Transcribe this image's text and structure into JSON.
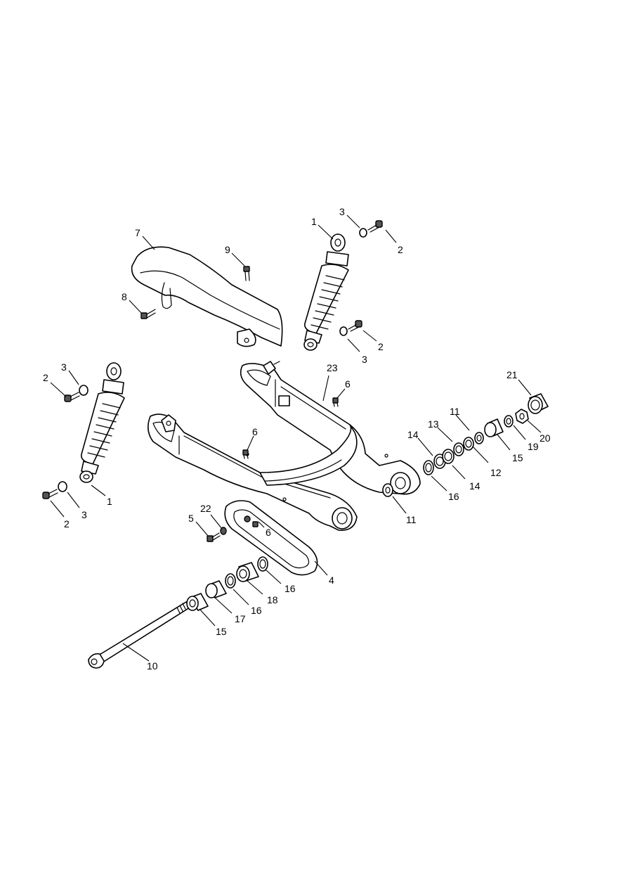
{
  "callouts": [
    {
      "id": "c1a",
      "label": "1"
    },
    {
      "id": "c1b",
      "label": "1"
    },
    {
      "id": "c2a",
      "label": "2"
    },
    {
      "id": "c2b",
      "label": "2"
    },
    {
      "id": "c2c",
      "label": "2"
    },
    {
      "id": "c2d",
      "label": "2"
    },
    {
      "id": "c3a",
      "label": "3"
    },
    {
      "id": "c3b",
      "label": "3"
    },
    {
      "id": "c3c",
      "label": "3"
    },
    {
      "id": "c3d",
      "label": "3"
    },
    {
      "id": "c4",
      "label": "4"
    },
    {
      "id": "c5",
      "label": "5"
    },
    {
      "id": "c6a",
      "label": "6"
    },
    {
      "id": "c6b",
      "label": "6"
    },
    {
      "id": "c6c",
      "label": "6"
    },
    {
      "id": "c7",
      "label": "7"
    },
    {
      "id": "c8",
      "label": "8"
    },
    {
      "id": "c9",
      "label": "9"
    },
    {
      "id": "c10",
      "label": "10"
    },
    {
      "id": "c11a",
      "label": "11"
    },
    {
      "id": "c11b",
      "label": "11"
    },
    {
      "id": "c12",
      "label": "12"
    },
    {
      "id": "c13",
      "label": "13"
    },
    {
      "id": "c14a",
      "label": "14"
    },
    {
      "id": "c14b",
      "label": "14"
    },
    {
      "id": "c15a",
      "label": "15"
    },
    {
      "id": "c15b",
      "label": "15"
    },
    {
      "id": "c16a",
      "label": "16"
    },
    {
      "id": "c16b",
      "label": "16"
    },
    {
      "id": "c16c",
      "label": "16"
    },
    {
      "id": "c17",
      "label": "17"
    },
    {
      "id": "c18",
      "label": "18"
    },
    {
      "id": "c19",
      "label": "19"
    },
    {
      "id": "c20",
      "label": "20"
    },
    {
      "id": "c21",
      "label": "21"
    },
    {
      "id": "c22",
      "label": "22"
    },
    {
      "id": "c23",
      "label": "23"
    }
  ]
}
